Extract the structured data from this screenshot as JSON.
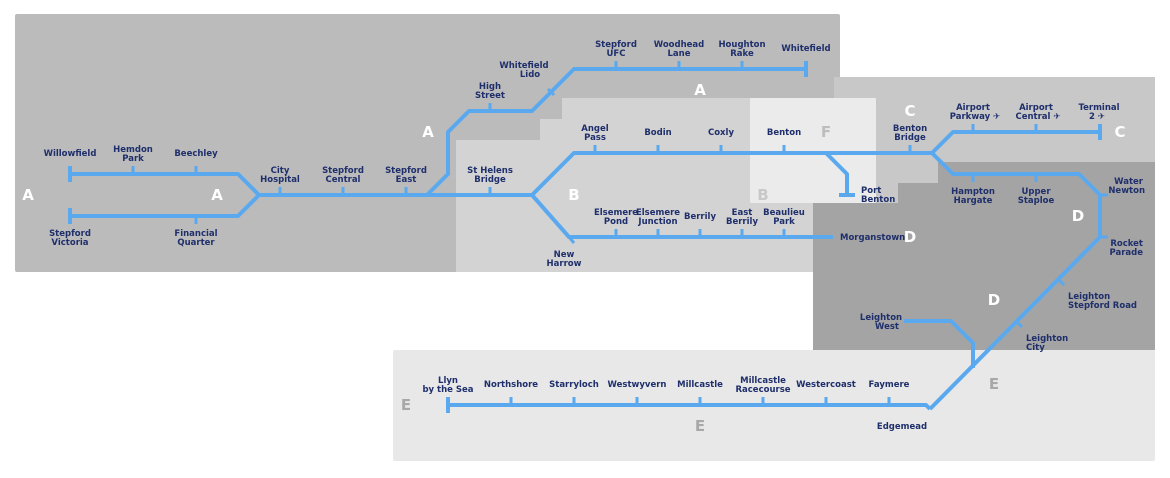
{
  "colors": {
    "zone_a": "#bbbbbb",
    "zone_b": "#d3d3d3",
    "zone_c": "#c8c8c8",
    "zone_d": "#a4a4a4",
    "zone_e": "#e8e8e8",
    "zone_f": "#ebebeb",
    "line": "#5aa9ef",
    "station_text": "#1f2f6b"
  },
  "zone_labels": {
    "A": "A",
    "B": "B",
    "C": "C",
    "D": "D",
    "E": "E",
    "F": "F"
  },
  "stations": {
    "willowfield": [
      "Willowfield"
    ],
    "hemdon_park": [
      "Hemdon",
      "Park"
    ],
    "beechley": [
      "Beechley"
    ],
    "stepford_victoria": [
      "Stepford",
      "Victoria"
    ],
    "financial_quarter": [
      "Financial",
      "Quarter"
    ],
    "city_hospital": [
      "City",
      "Hospital"
    ],
    "stepford_central": [
      "Stepford",
      "Central"
    ],
    "stepford_east": [
      "Stepford",
      "East"
    ],
    "high_street": [
      "High",
      "Street"
    ],
    "whitefield_lido": [
      "Whitefield",
      "Lido"
    ],
    "stepford_ufc": [
      "Stepford",
      "UFC"
    ],
    "woodhead_lane": [
      "Woodhead",
      "Lane"
    ],
    "houghton_rake": [
      "Houghton",
      "Rake"
    ],
    "whitefield": [
      "Whitefield"
    ],
    "st_helens_bridge": [
      "St Helens",
      "Bridge"
    ],
    "angel_pass": [
      "Angel",
      "Pass"
    ],
    "bodin": [
      "Bodin"
    ],
    "coxly": [
      "Coxly"
    ],
    "benton": [
      "Benton"
    ],
    "port_benton": [
      "Port",
      "Benton"
    ],
    "benton_bridge": [
      "Benton",
      "Bridge"
    ],
    "airport_parkway": [
      "Airport",
      "Parkway ✈"
    ],
    "airport_central": [
      "Airport",
      "Central ✈"
    ],
    "terminal_2": [
      "Terminal",
      "2 ✈"
    ],
    "new_harrow": [
      "New",
      "Harrow"
    ],
    "elsemere_pond": [
      "Elsemere",
      "Pond"
    ],
    "elsemere_junction": [
      "Elsemere",
      "Junction"
    ],
    "berrily": [
      "Berrily"
    ],
    "east_berrily": [
      "East",
      "Berrily"
    ],
    "beaulieu_park": [
      "Beaulieu",
      "Park"
    ],
    "morganstown": [
      "Morganstown"
    ],
    "hampton_hargate": [
      "Hampton",
      "Hargate"
    ],
    "upper_staploe": [
      "Upper",
      "Staploe"
    ],
    "water_newton": [
      "Water",
      "Newton"
    ],
    "rocket_parade": [
      "Rocket",
      "Parade"
    ],
    "leighton_stepford_road": [
      "Leighton",
      "Stepford Road"
    ],
    "leighton_west": [
      "Leighton",
      "West"
    ],
    "leighton_city": [
      "Leighton",
      "City"
    ],
    "llyn_by_the_sea": [
      "Llyn",
      "by the Sea"
    ],
    "northshore": [
      "Northshore"
    ],
    "starryloch": [
      "Starryloch"
    ],
    "westwyvern": [
      "Westwyvern"
    ],
    "millcastle": [
      "Millcastle"
    ],
    "millcastle_racecourse": [
      "Millcastle",
      "Racecourse"
    ],
    "westercoast": [
      "Westercoast"
    ],
    "faymere": [
      "Faymere"
    ],
    "edgemead": [
      "Edgemead"
    ]
  }
}
